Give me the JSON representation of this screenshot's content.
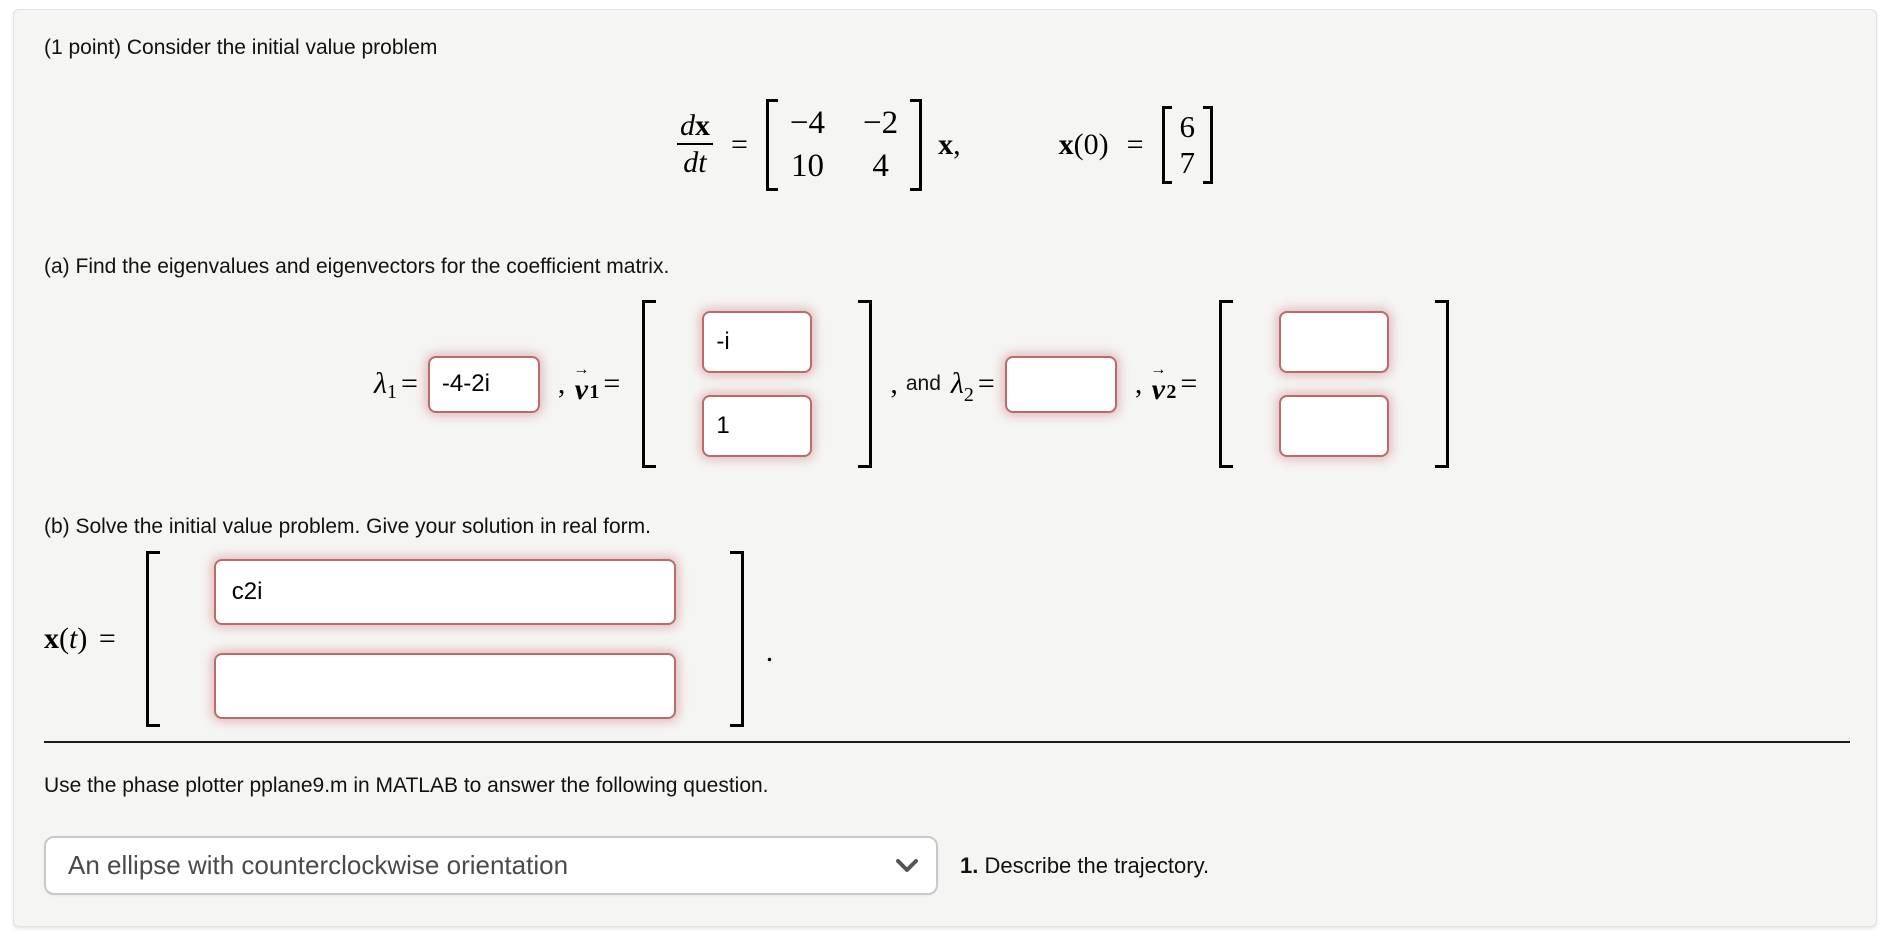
{
  "colors": {
    "card_background": "#f5f5f4",
    "answer_border": "#b96b6d",
    "answer_glow": "#cc7878",
    "select_border": "#c9c9c7",
    "select_text": "#4a4a4a",
    "rule": "#1c1c1c"
  },
  "intro": "(1 point) Consider the initial value problem",
  "equation": {
    "frac_num_d": "d",
    "frac_num_x": "x",
    "frac_den": "dt",
    "equals": "=",
    "matrix": [
      "−4",
      "−2",
      "10",
      "4"
    ],
    "x_bold": "x",
    "comma": ",",
    "ic_x": "x",
    "ic_paren": "(0)",
    "ic_equals": "=",
    "ic_vector": [
      "6",
      "7"
    ]
  },
  "part_a": {
    "prompt": "(a) Find the eigenvalues and eigenvectors for the coefficient matrix.",
    "lambda": "λ",
    "sub1": "1",
    "sub2": "2",
    "equals": "=",
    "comma": ",",
    "and_word": "and",
    "v_letter": "v",
    "v_arrow": "→",
    "lambda1_value": "-4-2i",
    "v1_values": [
      "-i",
      "1"
    ],
    "lambda2_value": "",
    "v2_values": [
      "",
      ""
    ]
  },
  "part_b": {
    "prompt": "(b) Solve the initial value problem. Give your solution in real form.",
    "x_bold": "x",
    "paren_open": "(",
    "t_var": "t",
    "paren_close": ")",
    "equals": "=",
    "row_values": [
      "c2i",
      ""
    ],
    "period": "."
  },
  "footer": {
    "instruction": "Use the phase plotter pplane9.m in MATLAB to answer the following question.",
    "dropdown_value": "An ellipse with counterclockwise orientation",
    "question_number": "1.",
    "question_text": "Describe the trajectory."
  }
}
